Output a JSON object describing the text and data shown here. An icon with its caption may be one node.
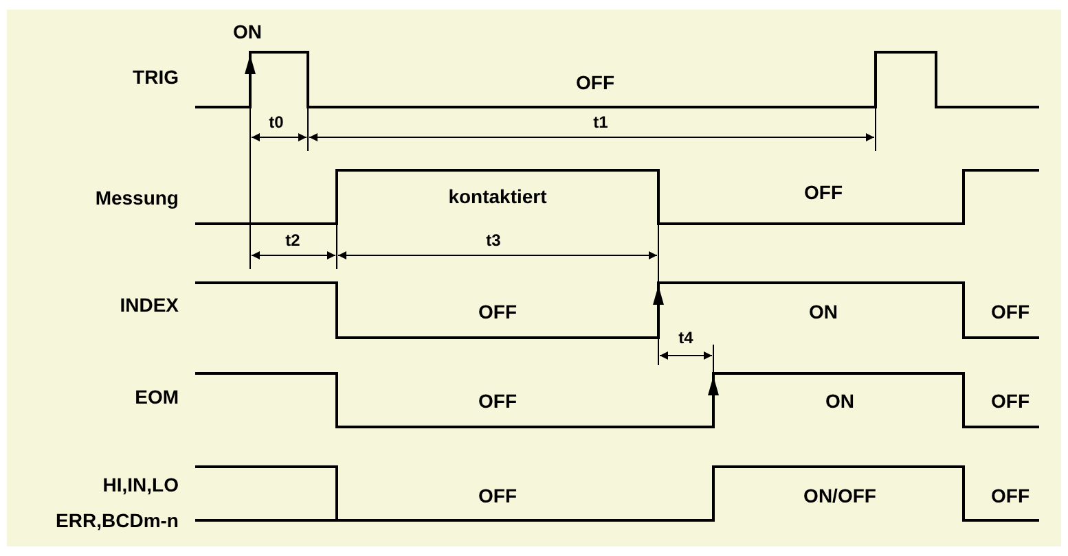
{
  "diagram": {
    "labels": [
      "ON",
      "TRIG",
      "OFF",
      "t0",
      "t1",
      "Messung",
      "kontaktiert",
      "OFF",
      "t2",
      "t3",
      "INDEX",
      "OFF",
      "ON",
      "OFF",
      "t4",
      "EOM",
      "OFF",
      "ON",
      "OFF",
      "HI,IN,LO",
      "ERR,BCDm-n",
      "OFF",
      "ON/OFF",
      "OFF"
    ]
  }
}
